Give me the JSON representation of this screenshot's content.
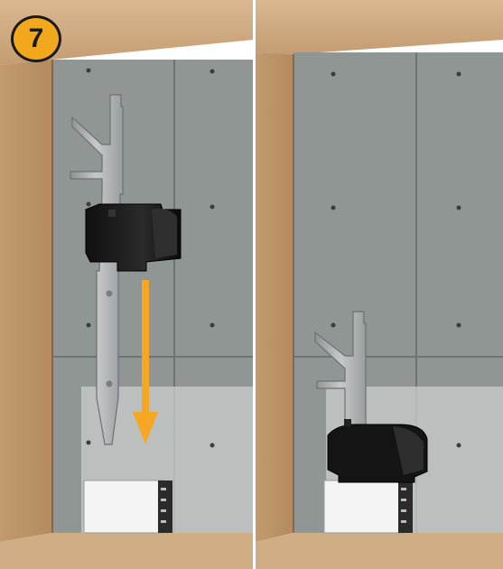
{
  "step": {
    "number": "7"
  },
  "colors": {
    "step_badge": "#f2a81d",
    "arrow": "#f5a623",
    "wood": "#c9a57c",
    "concrete": "#8d9493",
    "clip": "#1b1b1b",
    "pin": "#b7b9ba"
  },
  "panels": [
    {
      "state": "before-insertion"
    },
    {
      "state": "after-insertion"
    }
  ]
}
